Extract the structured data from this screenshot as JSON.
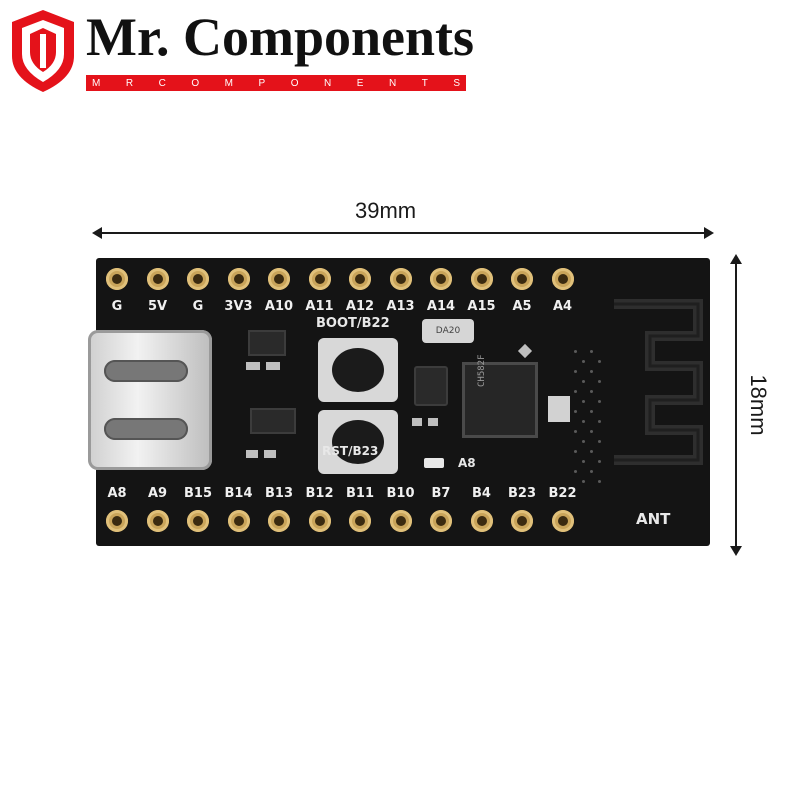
{
  "brand": {
    "title": "Mr. Components",
    "subtitle_letters": [
      "M",
      "R",
      "C",
      "O",
      "M",
      "P",
      "O",
      "N",
      "E",
      "N",
      "T",
      "S"
    ],
    "accent_color": "#e4121a"
  },
  "dimensions": {
    "width_label": "39mm",
    "height_label": "18mm"
  },
  "board": {
    "top_pins": [
      "G",
      "5V",
      "G",
      "3V3",
      "A10",
      "A11",
      "A12",
      "A13",
      "A14",
      "A15",
      "A5",
      "A4"
    ],
    "bottom_pins": [
      "A8",
      "A9",
      "B15",
      "B14",
      "B13",
      "B12",
      "B11",
      "B10",
      "B7",
      "B4",
      "B23",
      "B22"
    ],
    "boot_label": "BOOT/B22",
    "reset_label": "RST/B23",
    "antenna_label": "ANT",
    "led_label": "A8",
    "mcu_marking": "CH582F",
    "crystal_marking": "DA20",
    "pcb_color": "#141414",
    "pad_color": "#c9a45a"
  }
}
